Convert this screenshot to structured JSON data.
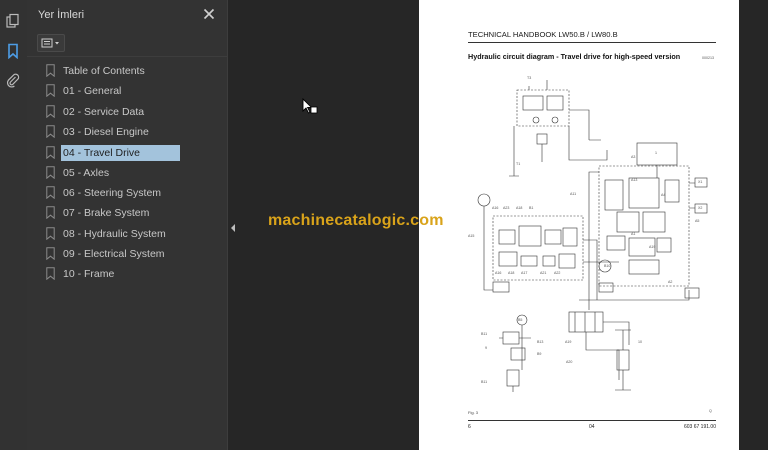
{
  "sidebar": {
    "title": "Yer İmleri",
    "bookmarks": [
      {
        "label": "Table of Contents",
        "selected": false
      },
      {
        "label": "01 - General",
        "selected": false
      },
      {
        "label": "02 - Service Data",
        "selected": false
      },
      {
        "label": "03 - Diesel Engine",
        "selected": false
      },
      {
        "label": "04 - Travel Drive",
        "selected": true
      },
      {
        "label": "05 - Axles",
        "selected": false
      },
      {
        "label": "06 - Steering System",
        "selected": false
      },
      {
        "label": "07 - Brake System",
        "selected": false
      },
      {
        "label": "08 - Hydraulic System",
        "selected": false
      },
      {
        "label": "09 - Electrical System",
        "selected": false
      },
      {
        "label": "10 - Frame",
        "selected": false
      }
    ]
  },
  "rail": {
    "icons": [
      "pages-icon",
      "bookmark-icon",
      "attachment-icon"
    ]
  },
  "watermark": "machinecatalogic.com",
  "document": {
    "header": "TECHNICAL HANDBOOK LW50.B / LW80.B",
    "subtitle": "Hydraulic circuit diagram - Travel drive for high-speed version",
    "ref_code": "000213",
    "fig": "Fig. 3",
    "page_left": "6",
    "page_center": "04",
    "page_right": "603 67 191.00",
    "diagram_labels": {
      "T3": "T3",
      "T1": "T1",
      "A11": "A11",
      "A3": "A3",
      "A13": "A13",
      "A4": "A4",
      "X1": "X1",
      "X2": "X2",
      "A5": "A5",
      "A15": "A15",
      "A16": "A16",
      "A23": "A23",
      "A18": "A18",
      "B1": "B1",
      "B10": "B10",
      "A1": "A1",
      "A19": "A19",
      "A17": "A17",
      "A21": "A21",
      "A22": "A22",
      "A2": "A2",
      "B5": "B5",
      "B13": "B13",
      "B9": "B9",
      "A20": "A20",
      "B11": "B11",
      "n10": "10",
      "n9": "9",
      "Q": "Q",
      "n1": "1"
    }
  },
  "colors": {
    "accent_selection": "#a3c3dc",
    "watermark": "#d9a31a",
    "panel_bg": "#333333",
    "viewer_bg": "#262626"
  }
}
